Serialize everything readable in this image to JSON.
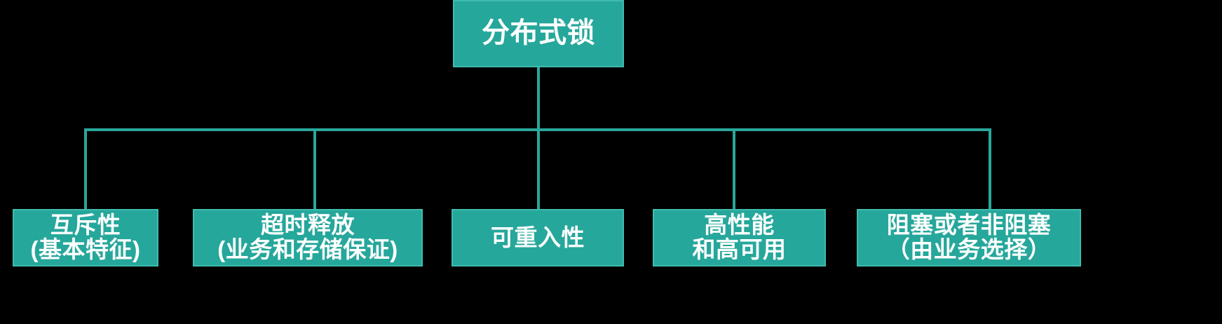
{
  "diagram": {
    "type": "tree",
    "title": "分布式锁",
    "background_color": "#000000",
    "node_fill_color": "#26a79b",
    "node_border_color": "#3fbcae",
    "node_text_color": "#ffffff",
    "connector_color": "#2aa79b",
    "root": {
      "label": "分布式锁",
      "lines": [
        "分布式锁"
      ]
    },
    "children": [
      {
        "id": "c0",
        "label": "互斥性(基本特征)",
        "lines": [
          "互斥性",
          "(基本特征)"
        ]
      },
      {
        "id": "c1",
        "label": "超时释放(业务和存储保证)",
        "lines": [
          "超时释放",
          "(业务和存储保证)"
        ]
      },
      {
        "id": "c2",
        "label": "可重入性",
        "lines": [
          "可重入性"
        ]
      },
      {
        "id": "c3",
        "label": "高性能和高可用",
        "lines": [
          "高性能",
          "和高可用"
        ]
      },
      {
        "id": "c4",
        "label": "阻塞或者非阻塞（由业务选择）",
        "lines": [
          "阻塞或者非阻塞",
          "（由业务选择）"
        ]
      }
    ]
  }
}
